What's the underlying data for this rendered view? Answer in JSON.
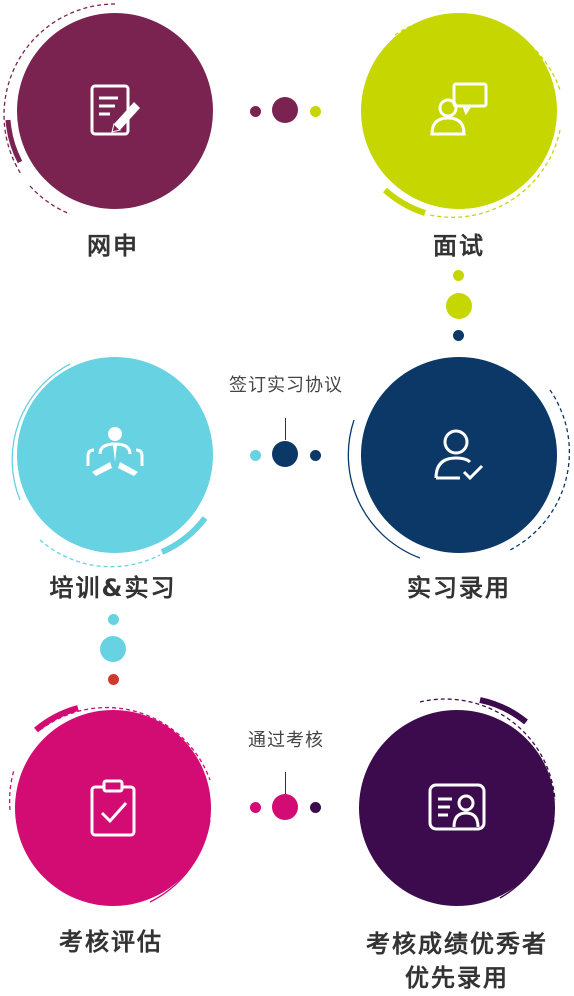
{
  "steps": [
    {
      "label": "网申",
      "icon": "application-form-icon",
      "color": "#7a2351"
    },
    {
      "label": "面试",
      "icon": "interview-icon",
      "color": "#c6d600"
    },
    {
      "label": "培训&实习",
      "icon": "training-icon",
      "color": "#67d2e2"
    },
    {
      "label": "实习录用",
      "icon": "user-check-icon",
      "color": "#0b3866"
    },
    {
      "label": "考核评估",
      "icon": "clipboard-check-icon",
      "color": "#d20c73"
    },
    {
      "label": "考核成绩优秀者",
      "label_line2": "优先录用",
      "icon": "profile-card-icon",
      "color": "#3b0b4d"
    }
  ],
  "connectors": {
    "sign_agreement": "签订实习协议",
    "pass_assessment": "通过考核"
  },
  "dot_colors": {
    "row1": [
      "#7a2351",
      "#c6d600"
    ],
    "col_right": [
      "#c6d600",
      "#0b3866"
    ],
    "row2": [
      "#67d2e2",
      "#0b3866"
    ],
    "col_left": [
      "#67d2e2",
      "#d0392d"
    ],
    "row3": [
      "#d20c73",
      "#3b0b4d"
    ]
  }
}
